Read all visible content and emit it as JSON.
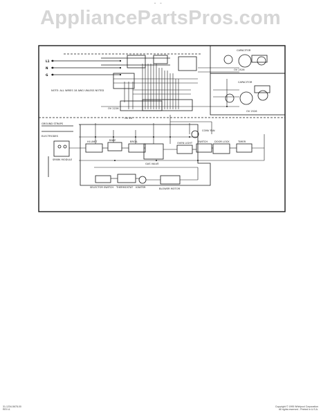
{
  "watermark": "AppliancePartsPros.com",
  "top_mark": "- -",
  "labels": {
    "l1": "L1",
    "neutral": "N",
    "ground": "G",
    "note": "NOTE: ALL WIRES 18 AWG UNLESS NOTED",
    "ov_2226": "OV 2226",
    "ov_26": "OV 26",
    "ov_2526_top": "OV 2526",
    "ov_2526_mid": "OV 2526",
    "capacitor_top": "CAPACITOR",
    "capacitor_mid": "CAPACITOR",
    "ground_straps": "GROUND STRAPS",
    "electrodes": "ELECTRODES",
    "spark_module": "SPARK MODULE",
    "gas_valve": "GAS VALVE",
    "hi_limit": "HI LIMIT",
    "bake": "BAKE",
    "broil": "BROIL",
    "oven_light": "OVEN LIGHT",
    "switch": "SWITCH",
    "door_lock": "DOOR LOCK",
    "timer": "TIMER",
    "selector_switch": "SELECTOR SWITCH",
    "thermostat": "THERMOSTAT",
    "igniter": "IGNITER",
    "blower_motor": "BLOWER MOTOR",
    "conv_fan": "CONV FAN"
  },
  "footer": {
    "left_line1": "31-1234-5678-00",
    "left_line2": "REV A",
    "right_line1": "Copyright © 1995 Whirlpool Corporation",
    "right_line2": "All rights reserved - Printed in U.S.A."
  }
}
